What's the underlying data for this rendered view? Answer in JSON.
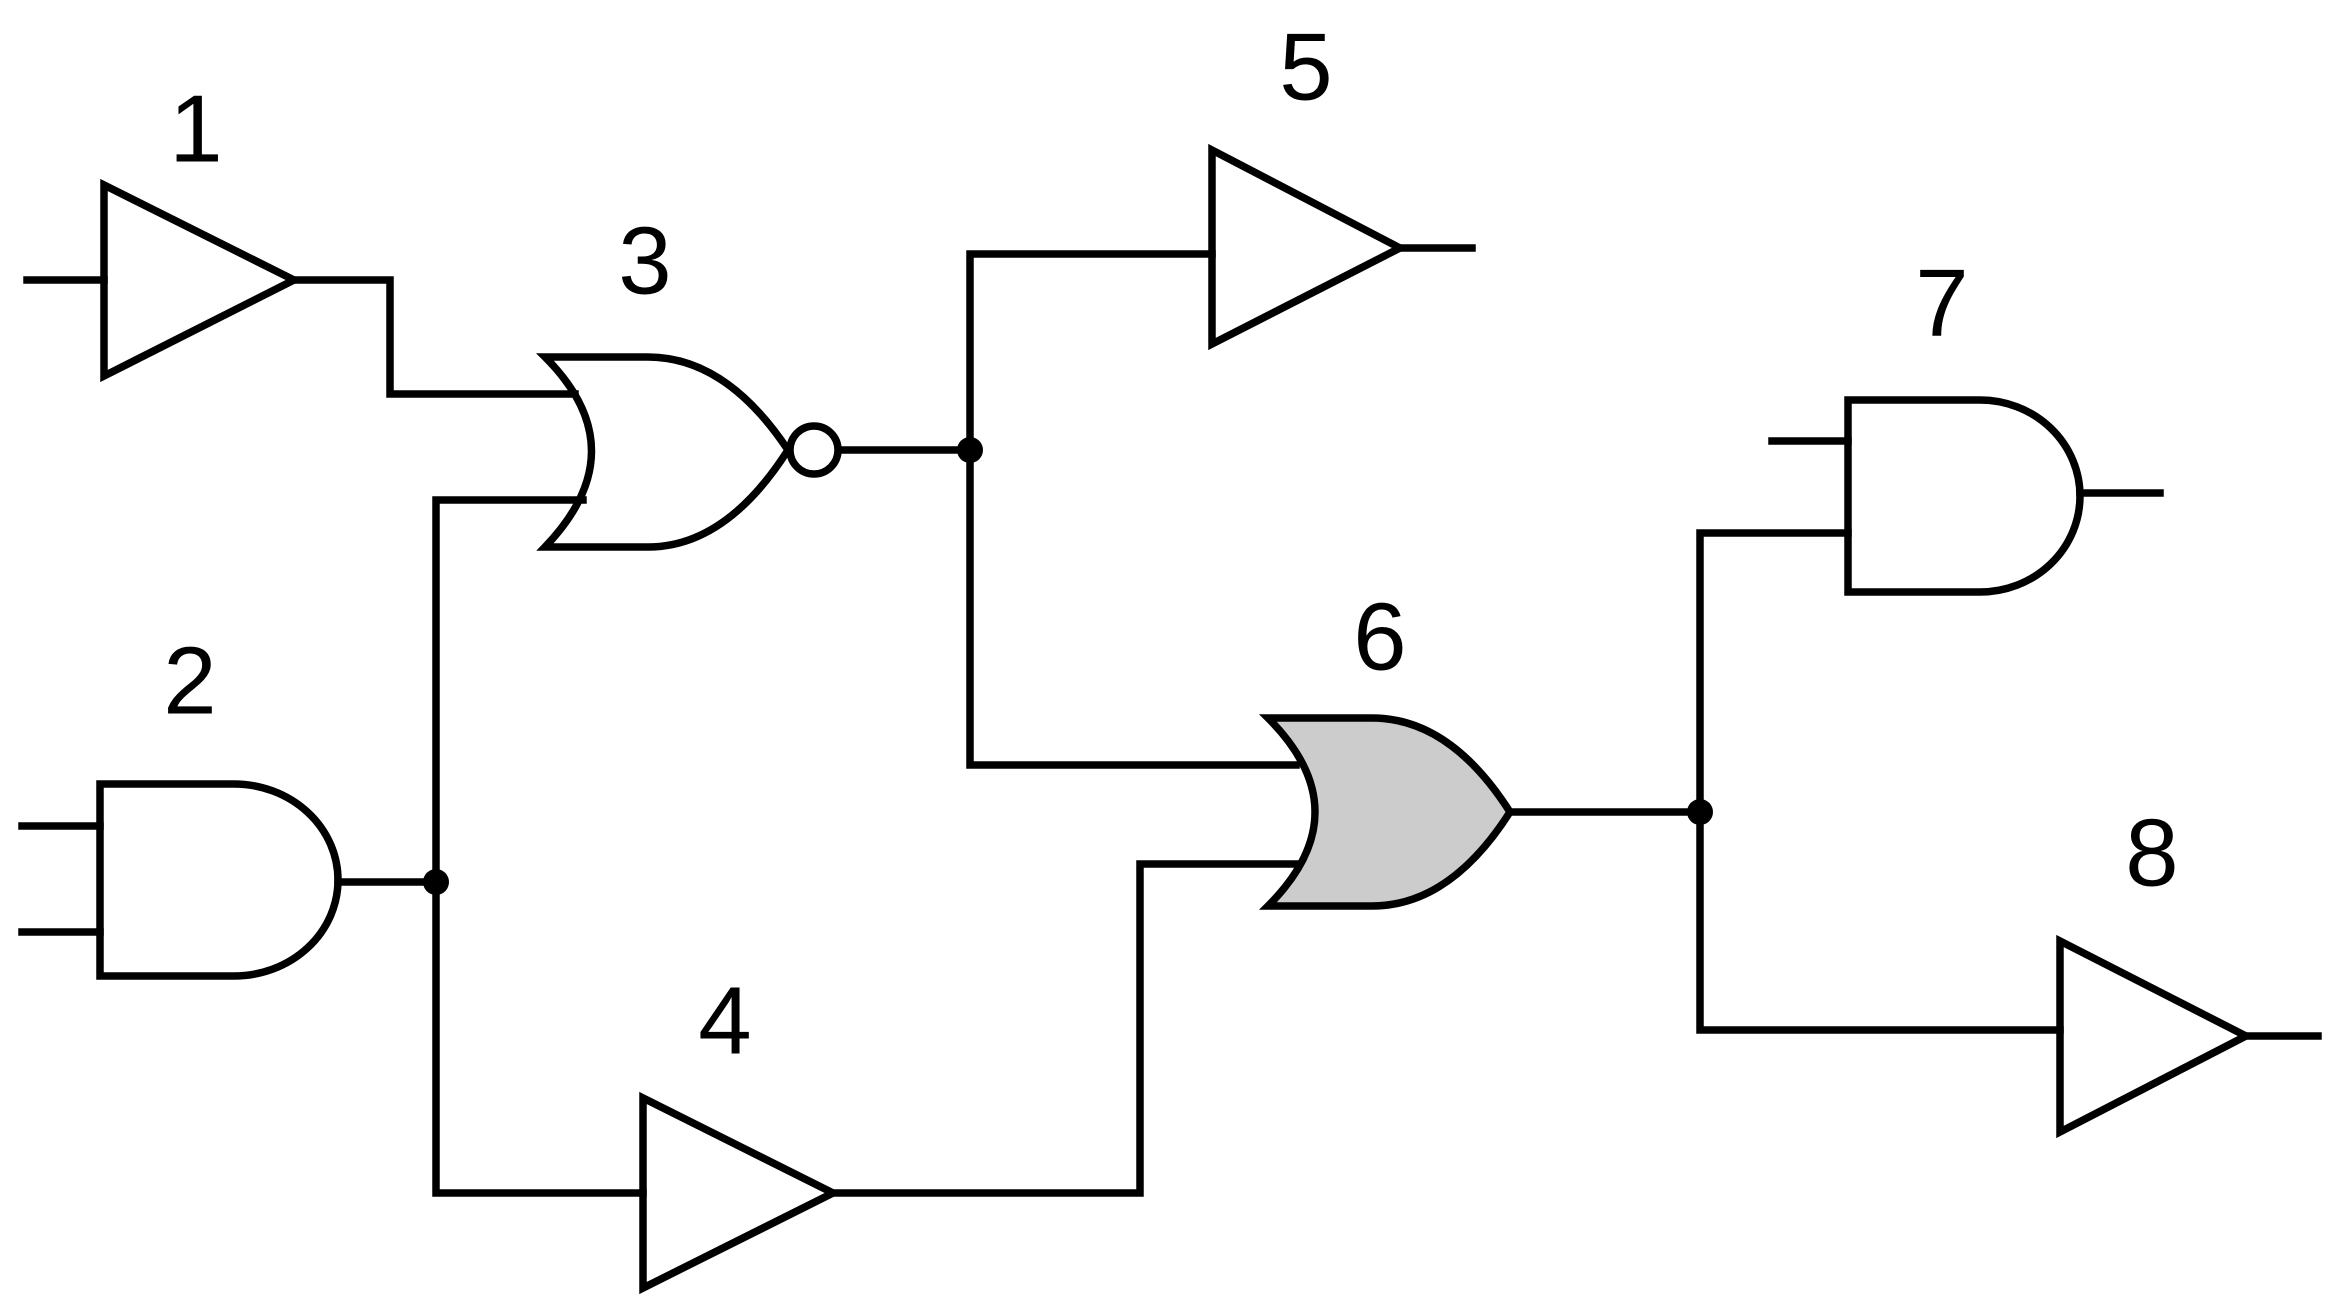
{
  "colors": {
    "line": "#000000",
    "background": "#ffffff",
    "highlighted_gate_fill": "#cccccc"
  },
  "gates": [
    {
      "id": 1,
      "type": "buffer",
      "label": "1"
    },
    {
      "id": 2,
      "type": "and",
      "label": "2"
    },
    {
      "id": 3,
      "type": "nor",
      "label": "3"
    },
    {
      "id": 4,
      "type": "buffer",
      "label": "4"
    },
    {
      "id": 5,
      "type": "buffer",
      "label": "5"
    },
    {
      "id": 6,
      "type": "or",
      "label": "6",
      "highlighted": true
    },
    {
      "id": 7,
      "type": "and",
      "label": "7"
    },
    {
      "id": 8,
      "type": "buffer",
      "label": "8"
    }
  ],
  "connections": [
    {
      "from": 1,
      "to": 3
    },
    {
      "from": 2,
      "to": 3
    },
    {
      "from": 2,
      "to": 4
    },
    {
      "from": 3,
      "to": 5
    },
    {
      "from": 3,
      "to": 6
    },
    {
      "from": 4,
      "to": 6
    },
    {
      "from": 6,
      "to": 7
    },
    {
      "from": 6,
      "to": 8
    }
  ]
}
